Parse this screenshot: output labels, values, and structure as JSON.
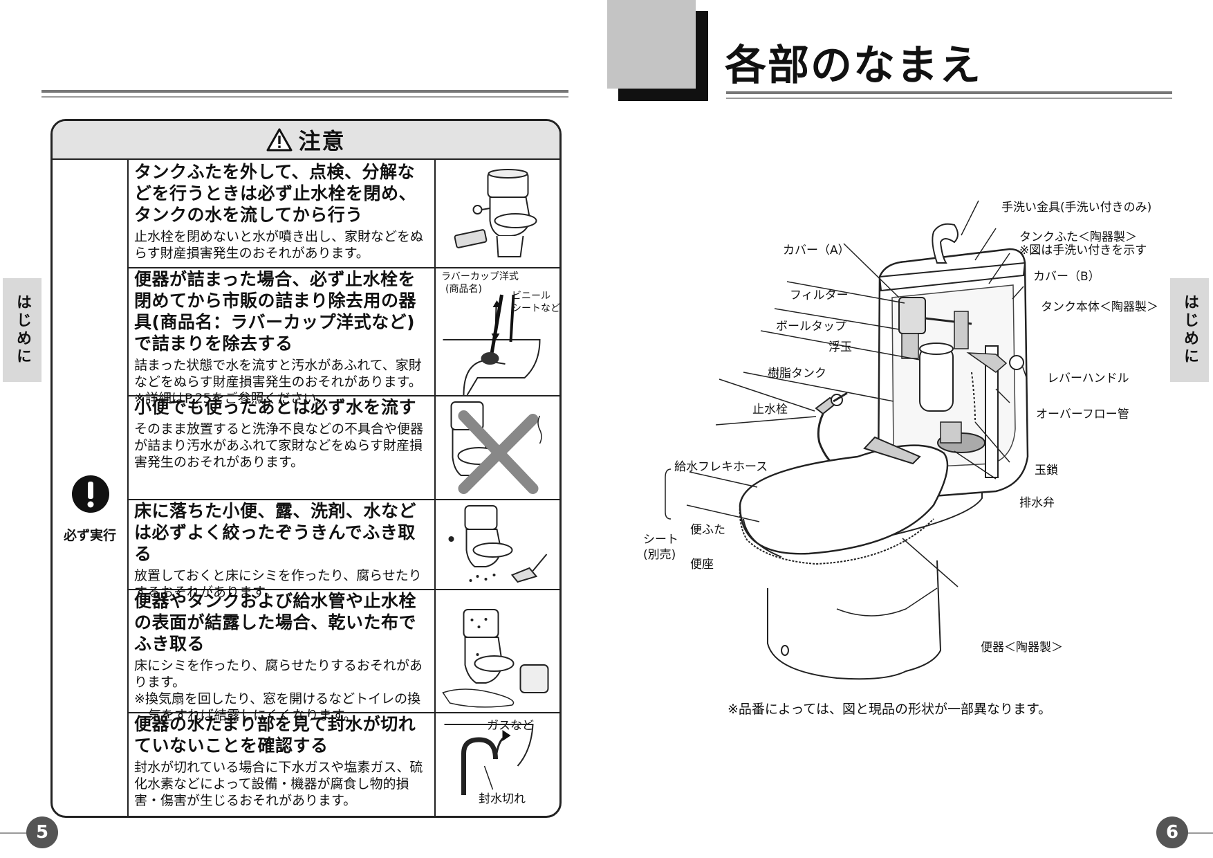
{
  "left_page": {
    "page_number": "5",
    "side_tab": "はじめに",
    "caution": {
      "header": "注意",
      "must_do_label": "必ず実行",
      "rows": [
        {
          "title": "タンクふたを外して、点検、分解などを行うときは必ず止水栓を閉め、タンクの水を流してから行う",
          "desc": "止水栓を閉めないと水が噴き出し、家財などをぬらす財産損害発生のおそれがあります。"
        },
        {
          "title": "便器が詰まった場合、必ず止水栓を閉めてから市販の詰まり除去用の器具(商品名：ラバーカップ洋式など)で詰まりを除去する",
          "desc": "詰まった状態で水を流すと汚水があふれて、家財などをぬらす財産損害発生のおそれがあります。※詳細はP.25をご参照ください。",
          "ill_labels": [
            "ラバーカップ洋式",
            "(商品名)",
            "ビニール",
            "シートなど"
          ]
        },
        {
          "title": "小便でも使ったあとは必ず水を流す",
          "desc": "そのまま放置すると洗浄不良などの不具合や便器が詰まり汚水があふれて家財などをぬらす財産損害発生のおそれがあります。"
        },
        {
          "title": "床に落ちた小便、露、洗剤、水などは必ずよく絞ったぞうきんでふき取る",
          "desc": "放置しておくと床にシミを作ったり、腐らせたりするおそれがあります。"
        },
        {
          "title": "便器やタンクおよび給水管や止水栓の表面が結露した場合、乾いた布でふき取る",
          "desc": "床にシミを作ったり、腐らせたりするおそれがあります。",
          "note": "※換気扇を回したり、窓を開けるなどトイレの換気をすれば結露しにくくなります。"
        },
        {
          "title": "便器の水たまり部を見て封水が切れていないことを確認する",
          "desc": "封水が切れている場合に下水ガスや塩素ガス、硫化水素などによって設備・機器が腐食し物的損害・傷害が生じるおそれがあります。",
          "ill_labels": [
            "ガスなど",
            "封水切れ"
          ]
        }
      ]
    }
  },
  "right_page": {
    "page_number": "6",
    "side_tab": "はじめに",
    "title": "各部のなまえ",
    "labels": {
      "hand_wash": "手洗い金具(手洗い付きのみ)",
      "tank_lid": "タンクふた＜陶器製＞",
      "tank_lid_note": "※図は手洗い付きを示す",
      "cover_a": "カバー（A）",
      "cover_b": "カバー（B）",
      "filter": "フィルター",
      "tank_body": "タンク本体＜陶器製＞",
      "ball_tap": "ボールタップ",
      "float": "浮玉",
      "resin_tank": "樹脂タンク",
      "lever_handle": "レバーハンドル",
      "stop_valve": "止水栓",
      "overflow_pipe": "オーバーフロー管",
      "supply_hose": "給水フレキホース",
      "chain": "玉鎖",
      "drain_valve": "排水弁",
      "seat": "シート",
      "seat_sold_separately": "(別売)",
      "lid": "便ふた",
      "seat_ring": "便座",
      "bowl": "便器＜陶器製＞"
    },
    "footnote": "※品番によっては、図と現品の形状が一部異なります。"
  }
}
